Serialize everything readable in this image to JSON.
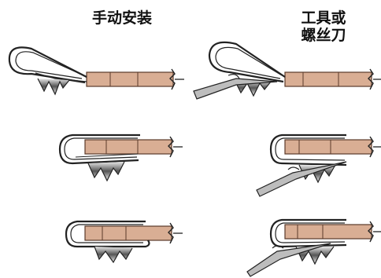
{
  "titles": {
    "manual": "手动安装",
    "tool_line1": "工具或",
    "tool_line2": "螺丝刀"
  },
  "colors": {
    "board": "#d9ae94",
    "board_edge": "#5a3a2a",
    "clip_stroke": "#222222",
    "clip_fill": "#ffffff",
    "tool_fill": "#bdbdbd"
  }
}
